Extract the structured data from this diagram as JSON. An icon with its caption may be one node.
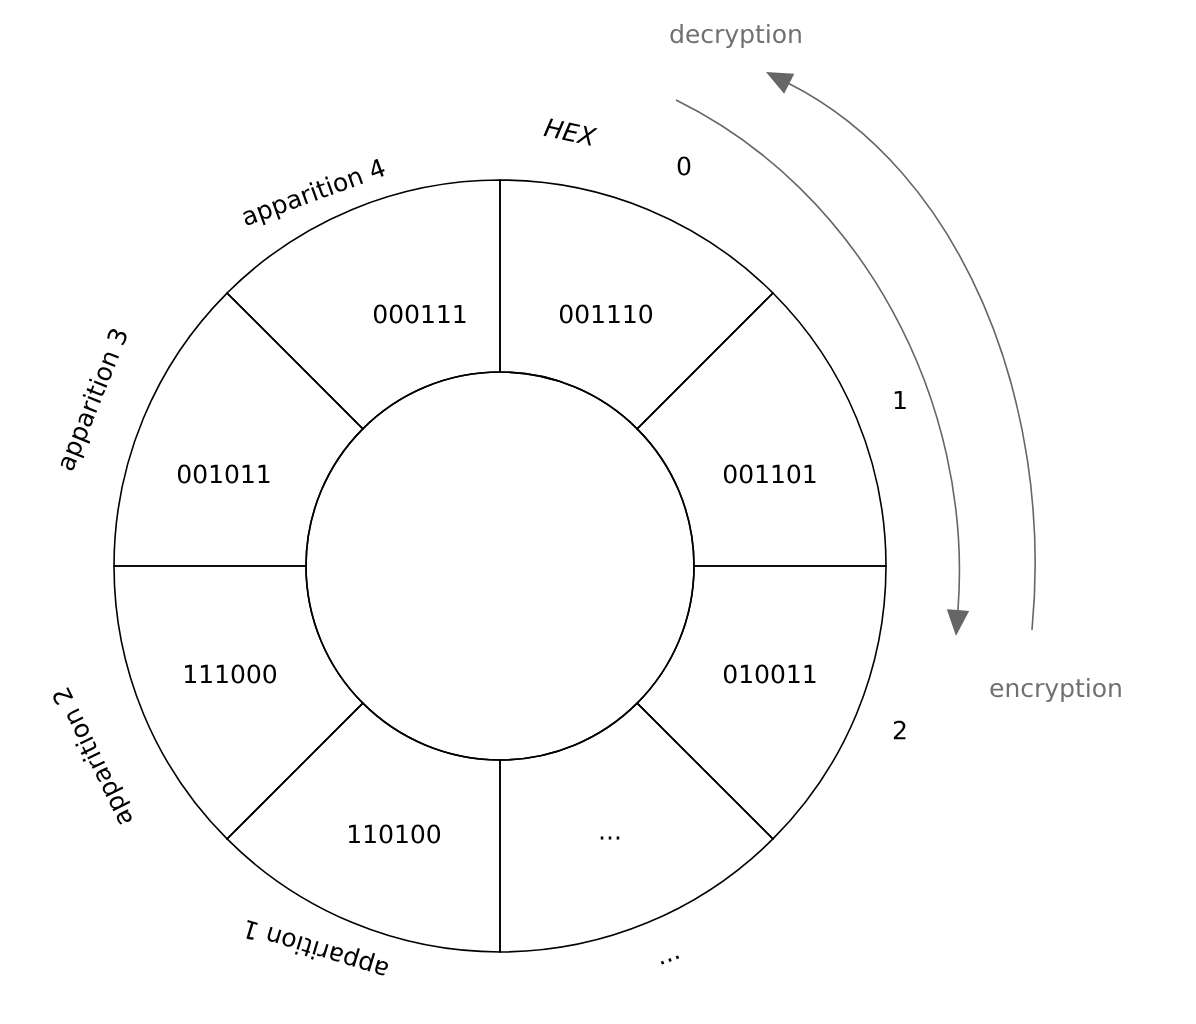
{
  "diagram": {
    "nodes": [
      {
        "text": [
          "000111"
        ]
      },
      {
        "text": [
          "001110"
        ]
      },
      {
        "text": [
          "001011"
        ]
      },
      {
        "text": [
          "001101"
        ]
      },
      {
        "text": [
          "111000"
        ]
      },
      {
        "text": [
          "010011"
        ]
      },
      {
        "text": [
          "110100"
        ]
      },
      {
        "text": [
          "..."
        ]
      },
      {
        "text": [],
        "shape": "circle"
      }
    ],
    "labels": [
      "decryption",
      "HEX",
      "apparition 4",
      "0",
      "apparition 3",
      "1",
      "apparition 2",
      "encryption",
      "2",
      "apparition 1",
      "..."
    ]
  }
}
